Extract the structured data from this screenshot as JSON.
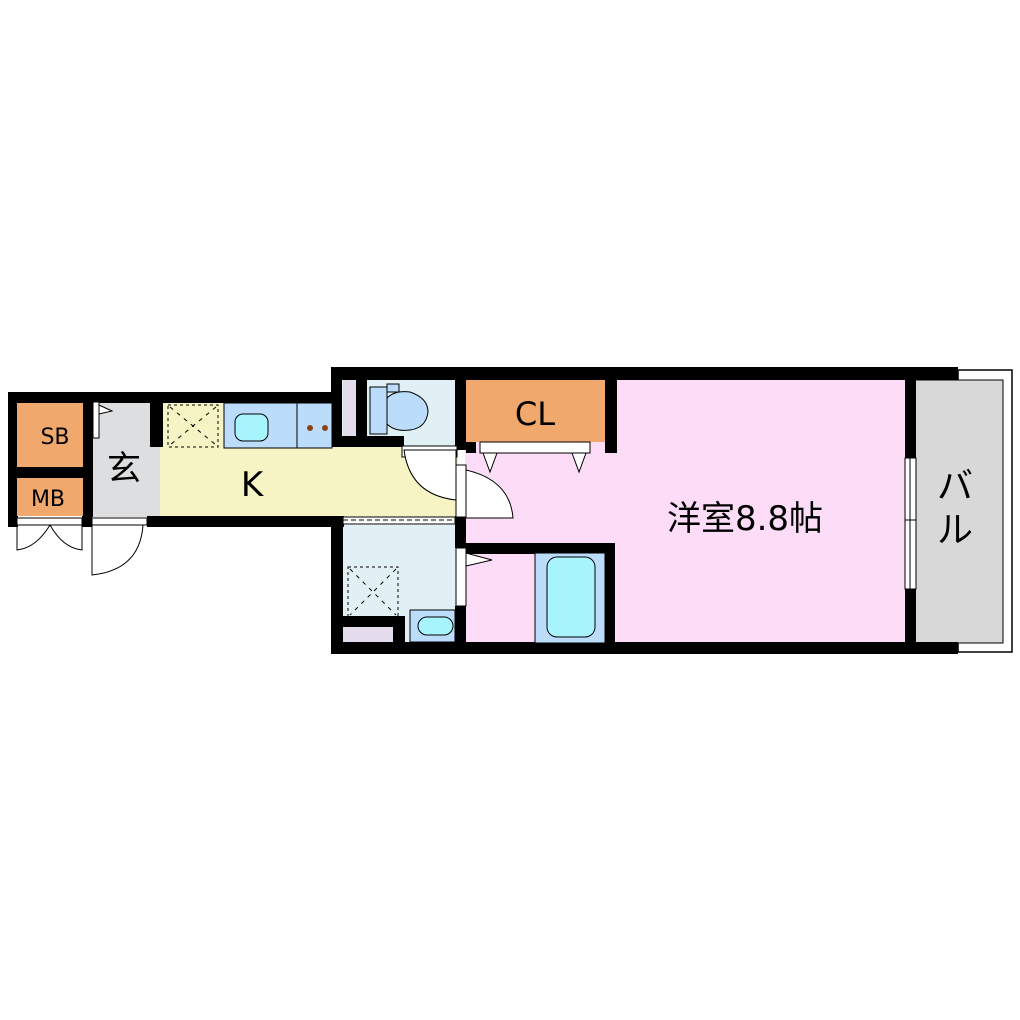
{
  "floorplan": {
    "rooms": {
      "sb": {
        "label": "SB",
        "color": "#f0a86c"
      },
      "mb": {
        "label": "MB",
        "color": "#f0a86c"
      },
      "genkan": {
        "label": "玄",
        "color": "#dcdee0"
      },
      "kitchen": {
        "label": "K",
        "color": "#f6f4c4"
      },
      "closet": {
        "label": "CL",
        "color": "#f0a86c"
      },
      "western_room": {
        "label": "洋室8.8帖",
        "color": "#fcdcf6"
      },
      "balcony": {
        "label": "バル",
        "color": "#d8d8d8"
      },
      "toilet": {
        "label": "",
        "color": "#e0f0f4"
      },
      "washroom": {
        "label": "",
        "color": "#e0f0f4"
      },
      "bathroom": {
        "label": "",
        "color": "#e0f0f4"
      }
    },
    "colors": {
      "wall": "#000000",
      "fixture": "#bcdcfc",
      "water": "#a8f4fc",
      "storage": "#e4dcec",
      "burner": "#8b4513"
    }
  }
}
